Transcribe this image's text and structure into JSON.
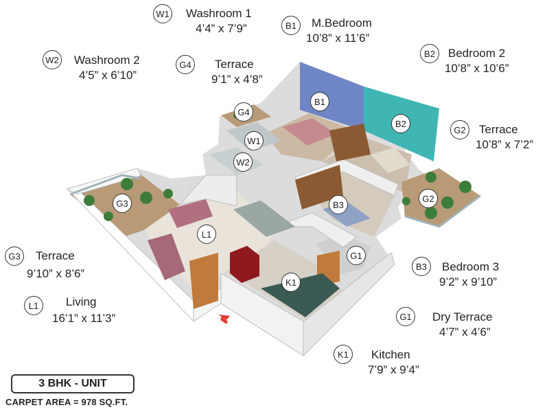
{
  "legend": [
    {
      "code": "W1",
      "name": "Washroom 1",
      "size": "4’4” x 7’9”"
    },
    {
      "code": "B1",
      "name": "M.Bedroom",
      "size": "10’8” x 11’6”"
    },
    {
      "code": "W2",
      "name": "Washroom 2",
      "size": "4’5” x 6’10”"
    },
    {
      "code": "G4",
      "name": "Terrace",
      "size": "9’1” x 4’8”"
    },
    {
      "code": "B2",
      "name": "Bedroom 2",
      "size": "10’8” x 10’6”"
    },
    {
      "code": "G2",
      "name": "Terrace",
      "size": "10’8” x 7’2”"
    },
    {
      "code": "G3",
      "name": "Terrace",
      "size": "9’10” x 8’6”"
    },
    {
      "code": "L1",
      "name": "Living",
      "size": "16’1” x 11’3”"
    },
    {
      "code": "B3",
      "name": "Bedroom 3",
      "size": "9’2” x 9’10”"
    },
    {
      "code": "G1",
      "name": "Dry Terrace",
      "size": "4’7” x 4’6”"
    },
    {
      "code": "K1",
      "name": "Kitchen",
      "size": "7’9” x 9’4”"
    }
  ],
  "plan_markers": [
    "G4",
    "B1",
    "B2",
    "W1",
    "W2",
    "G2",
    "G3",
    "B3",
    "L1",
    "G1",
    "K1"
  ],
  "unit_label": "3 BHK - UNIT",
  "carpet_area": "CARPET AREA = 978 SQ.FT.",
  "colors": {
    "bedroom1_wall": "#6f86c6",
    "bedroom2_wall": "#3fb6b4",
    "entry_arrow": "#e53935",
    "wall": "#e8e8e8",
    "floor": "#c9b89a"
  }
}
